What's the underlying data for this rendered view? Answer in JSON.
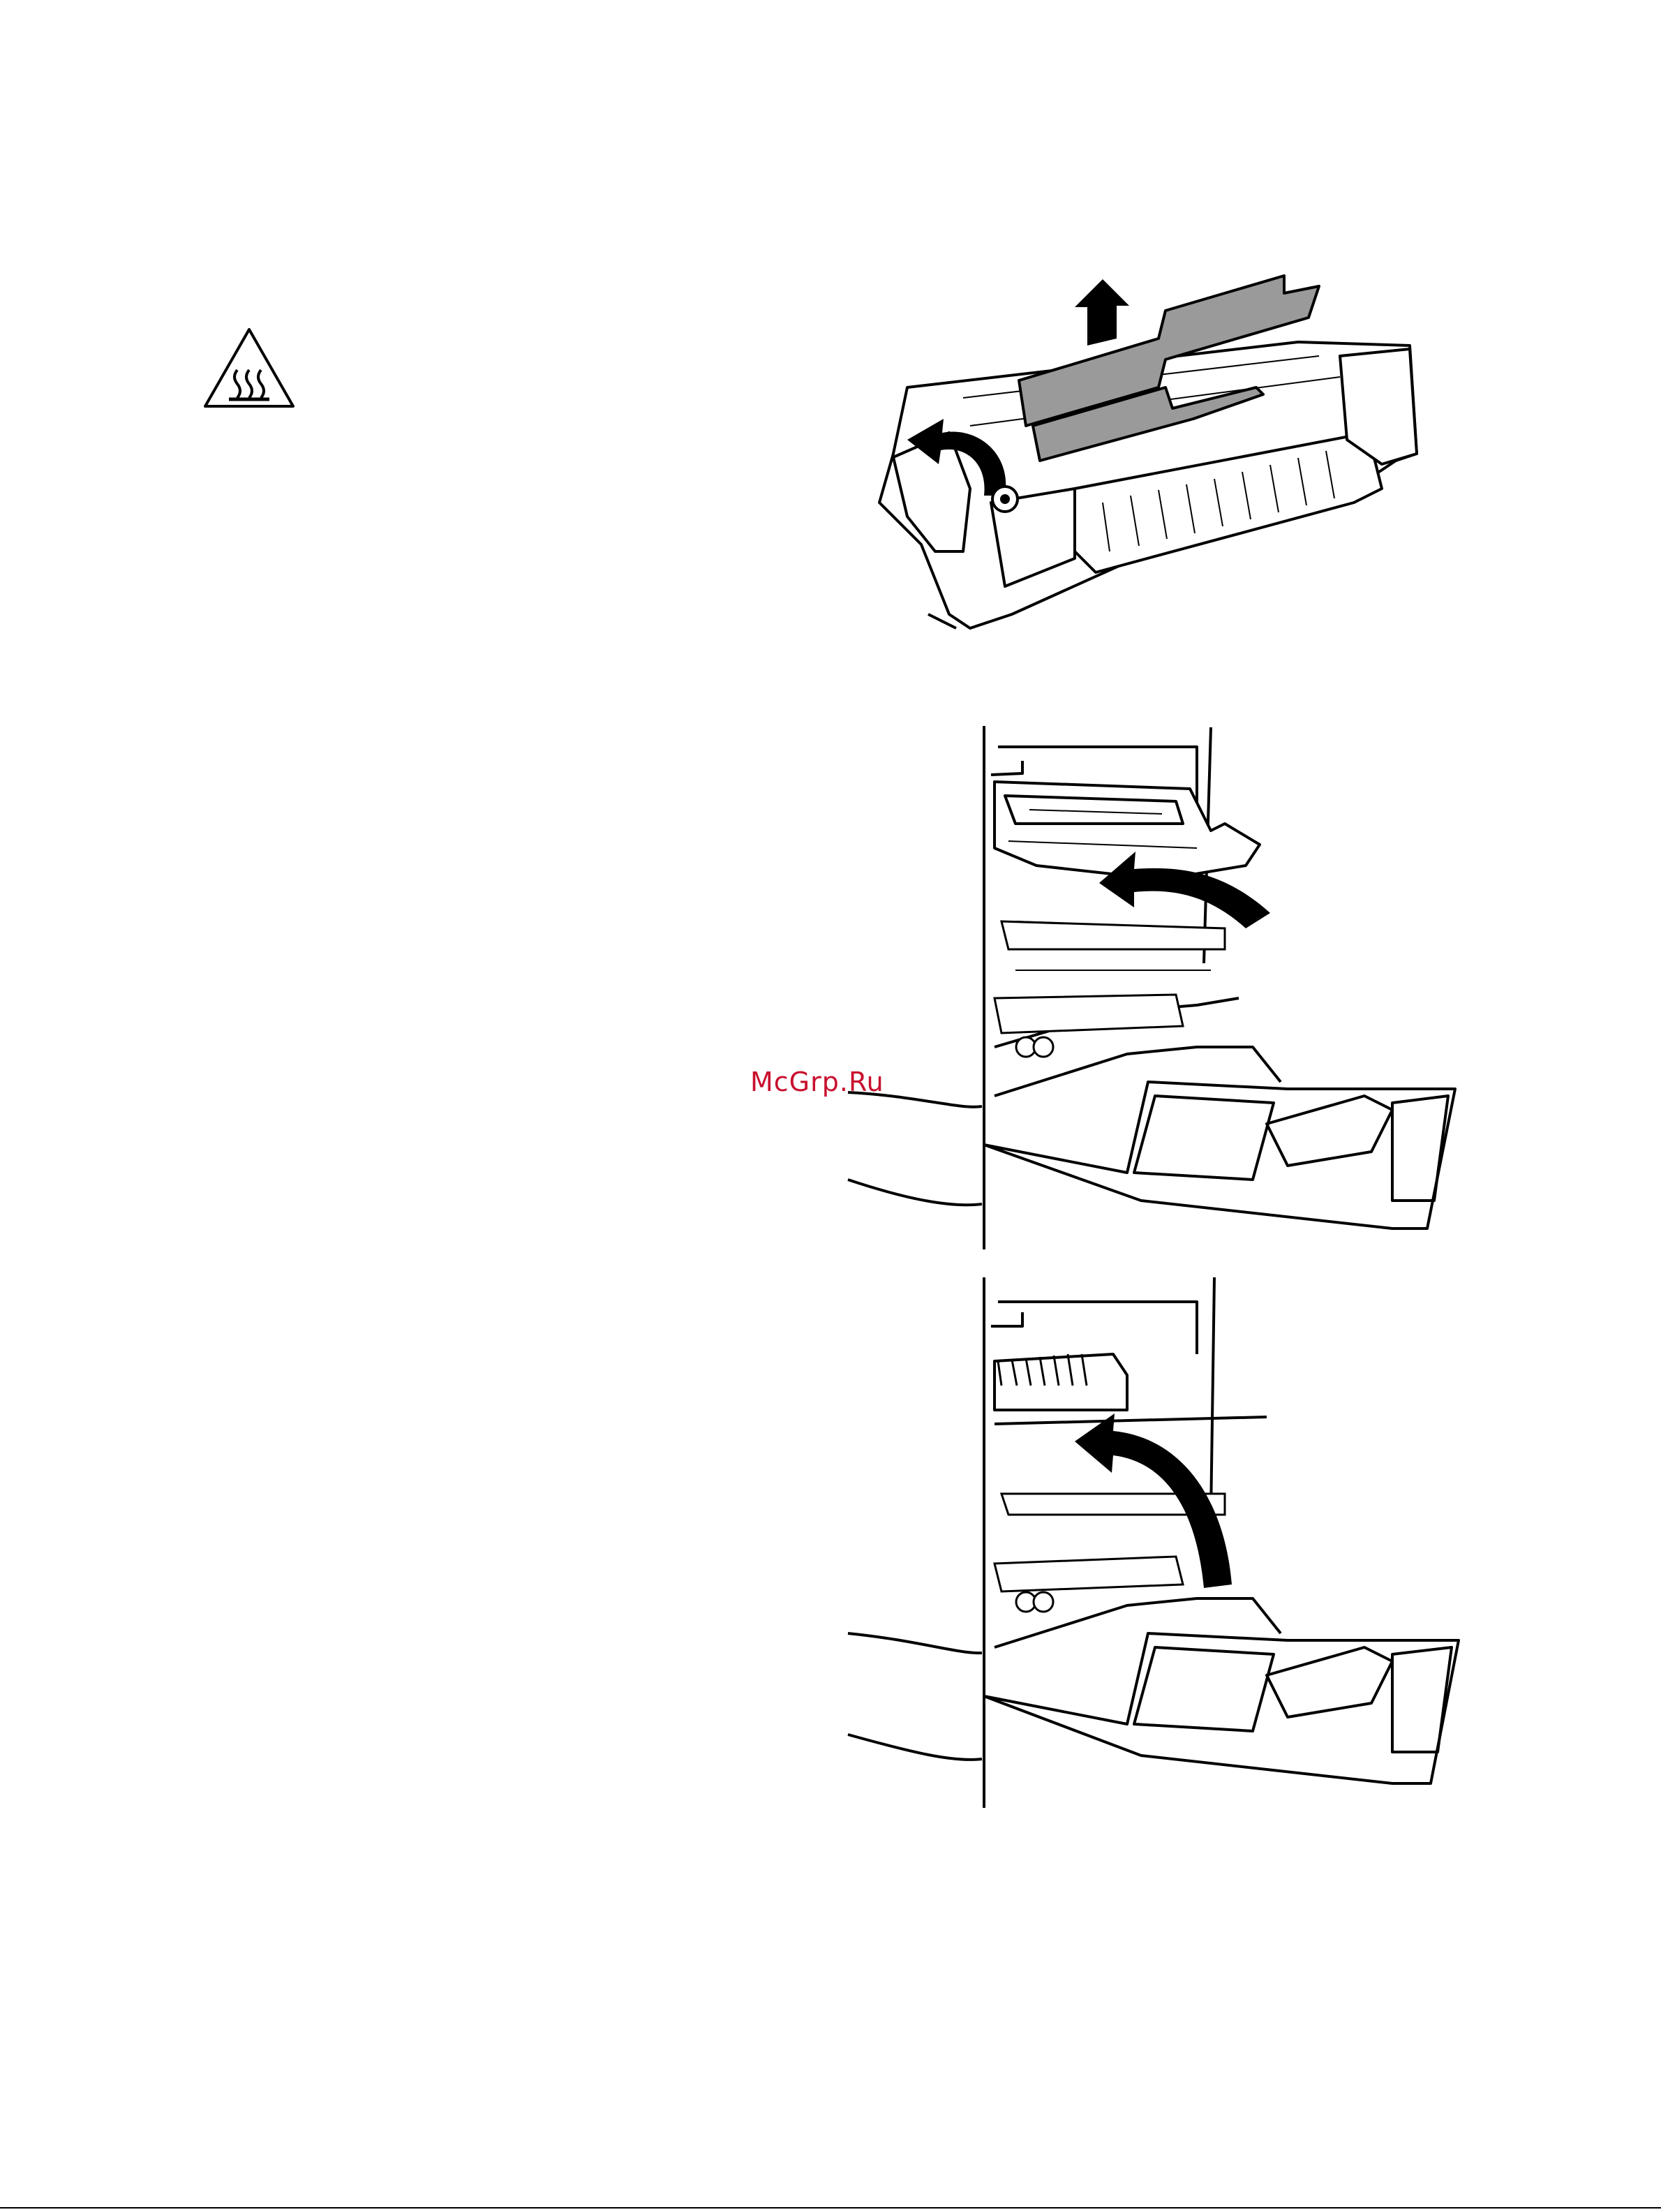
{
  "watermark": {
    "text": "McGrp.Ru",
    "color": "#c8102e"
  },
  "footer": {
    "left_mark": "",
    "right_mark": ""
  },
  "icons": {
    "warning": "hot-surface-warning-icon",
    "fuser_figure": "fuser-jam-removal-illustration",
    "door_figure_1": "fuser-removal-right-door-illustration",
    "door_figure_2": "close-fuser-cover-right-door-illustration"
  },
  "colors": {
    "line": "#000000",
    "paper": "#9a9a9a",
    "arrow": "#000000"
  }
}
